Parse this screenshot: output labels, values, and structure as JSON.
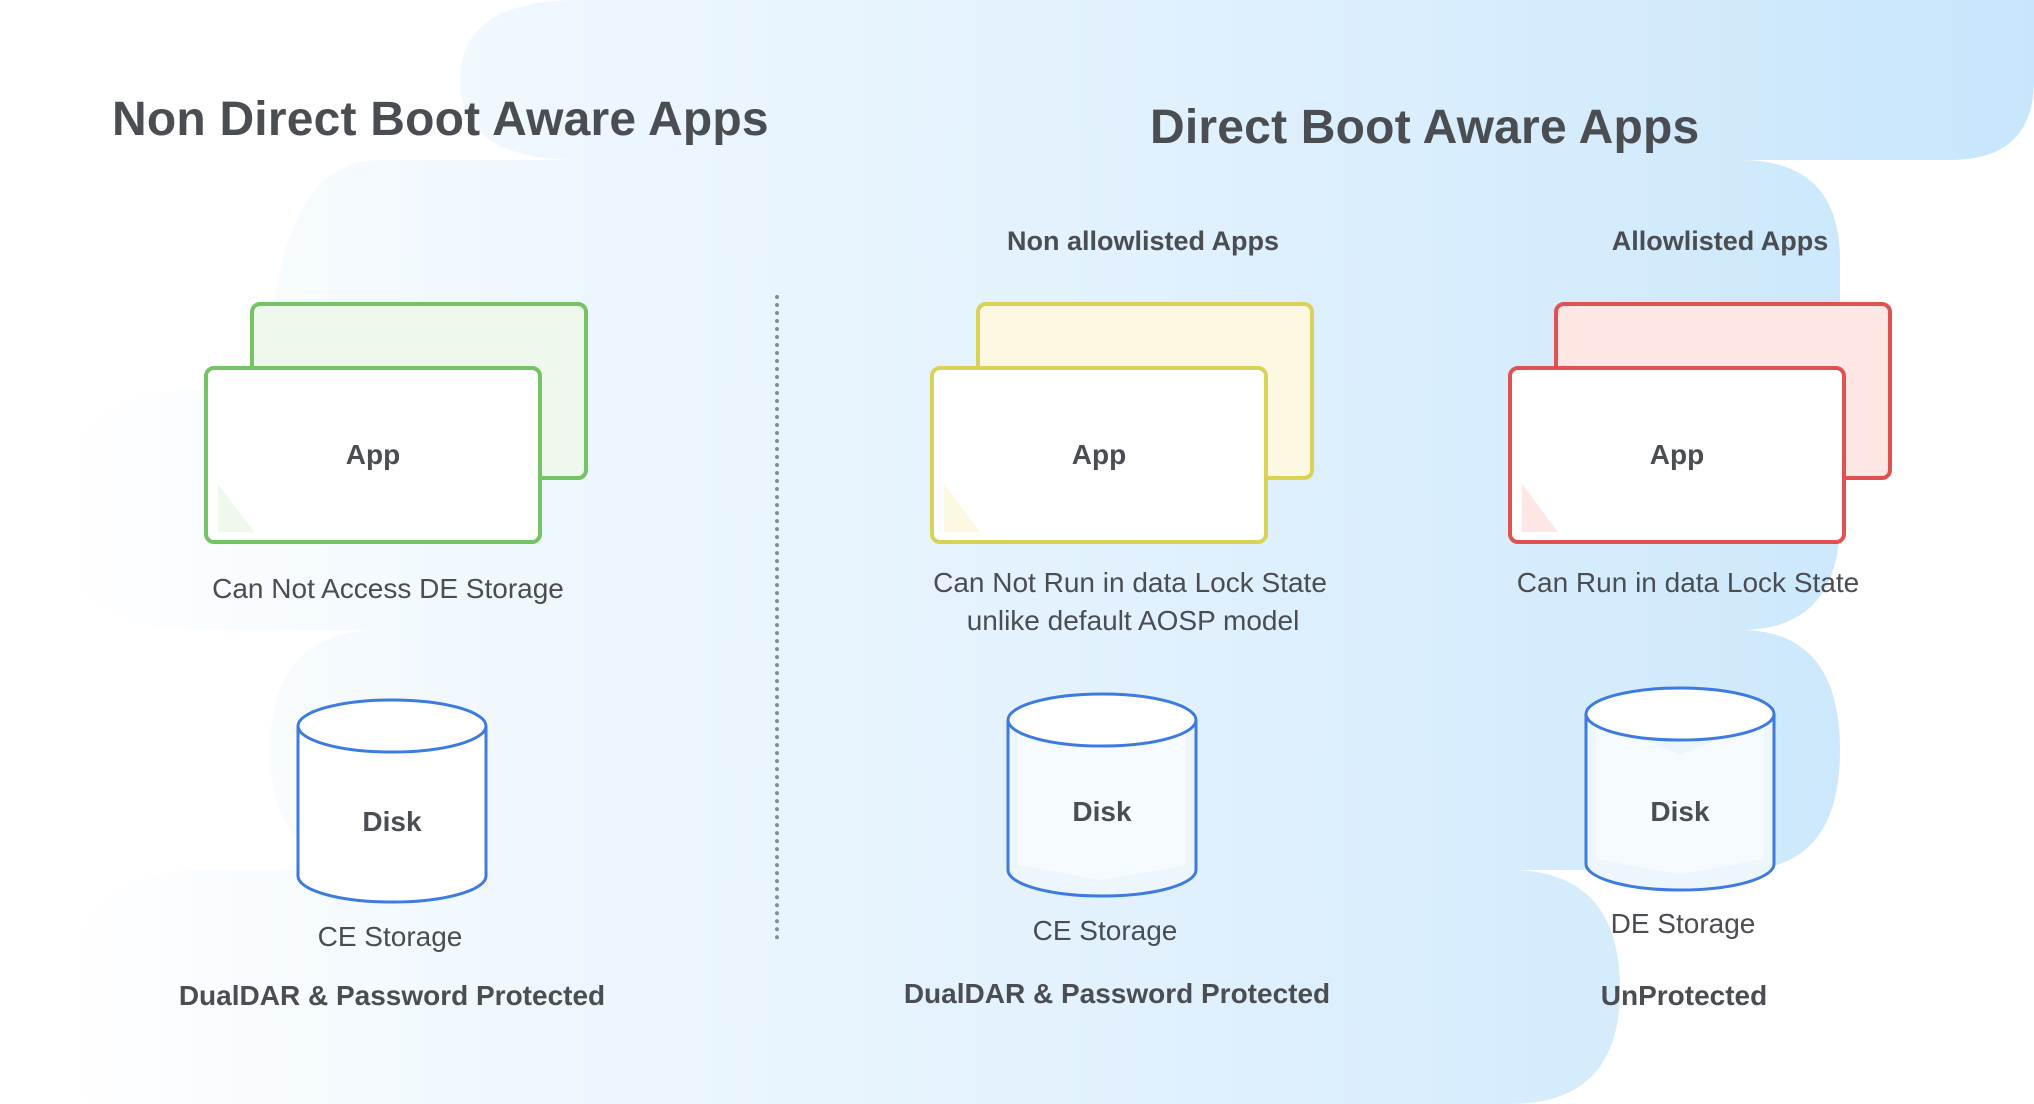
{
  "left_section": {
    "title": "Non Direct Boot Aware Apps",
    "app": {
      "label": "App",
      "caption": "Can Not Access DE Storage"
    },
    "disk": {
      "label": "Disk",
      "storage": "CE Storage",
      "protection": "DualDAR & Password Protected"
    }
  },
  "right_section": {
    "title": "Direct Boot Aware Apps",
    "non_allowlisted": {
      "heading": "Non allowlisted Apps",
      "app": {
        "label": "App",
        "caption_line1": "Can Not Run in data Lock State",
        "caption_line2": "unlike default AOSP model"
      },
      "disk": {
        "label": "Disk",
        "storage": "CE Storage",
        "protection": "DualDAR & Password Protected"
      }
    },
    "allowlisted": {
      "heading": "Allowlisted Apps",
      "app": {
        "label": "App",
        "caption": "Can Run in data Lock State"
      },
      "disk": {
        "label": "Disk",
        "storage": "DE Storage",
        "protection": "UnProtected"
      }
    }
  },
  "colors": {
    "green": "#74c365",
    "green_fill": "#eef8ec",
    "yellow": "#d8d256",
    "yellow_fill": "#fdf8e2",
    "red": "#e05252",
    "red_fill": "#fde6e3",
    "disk_blue": "#3d7be0",
    "text": "#4a4d52",
    "background": "#d4ecfc"
  }
}
